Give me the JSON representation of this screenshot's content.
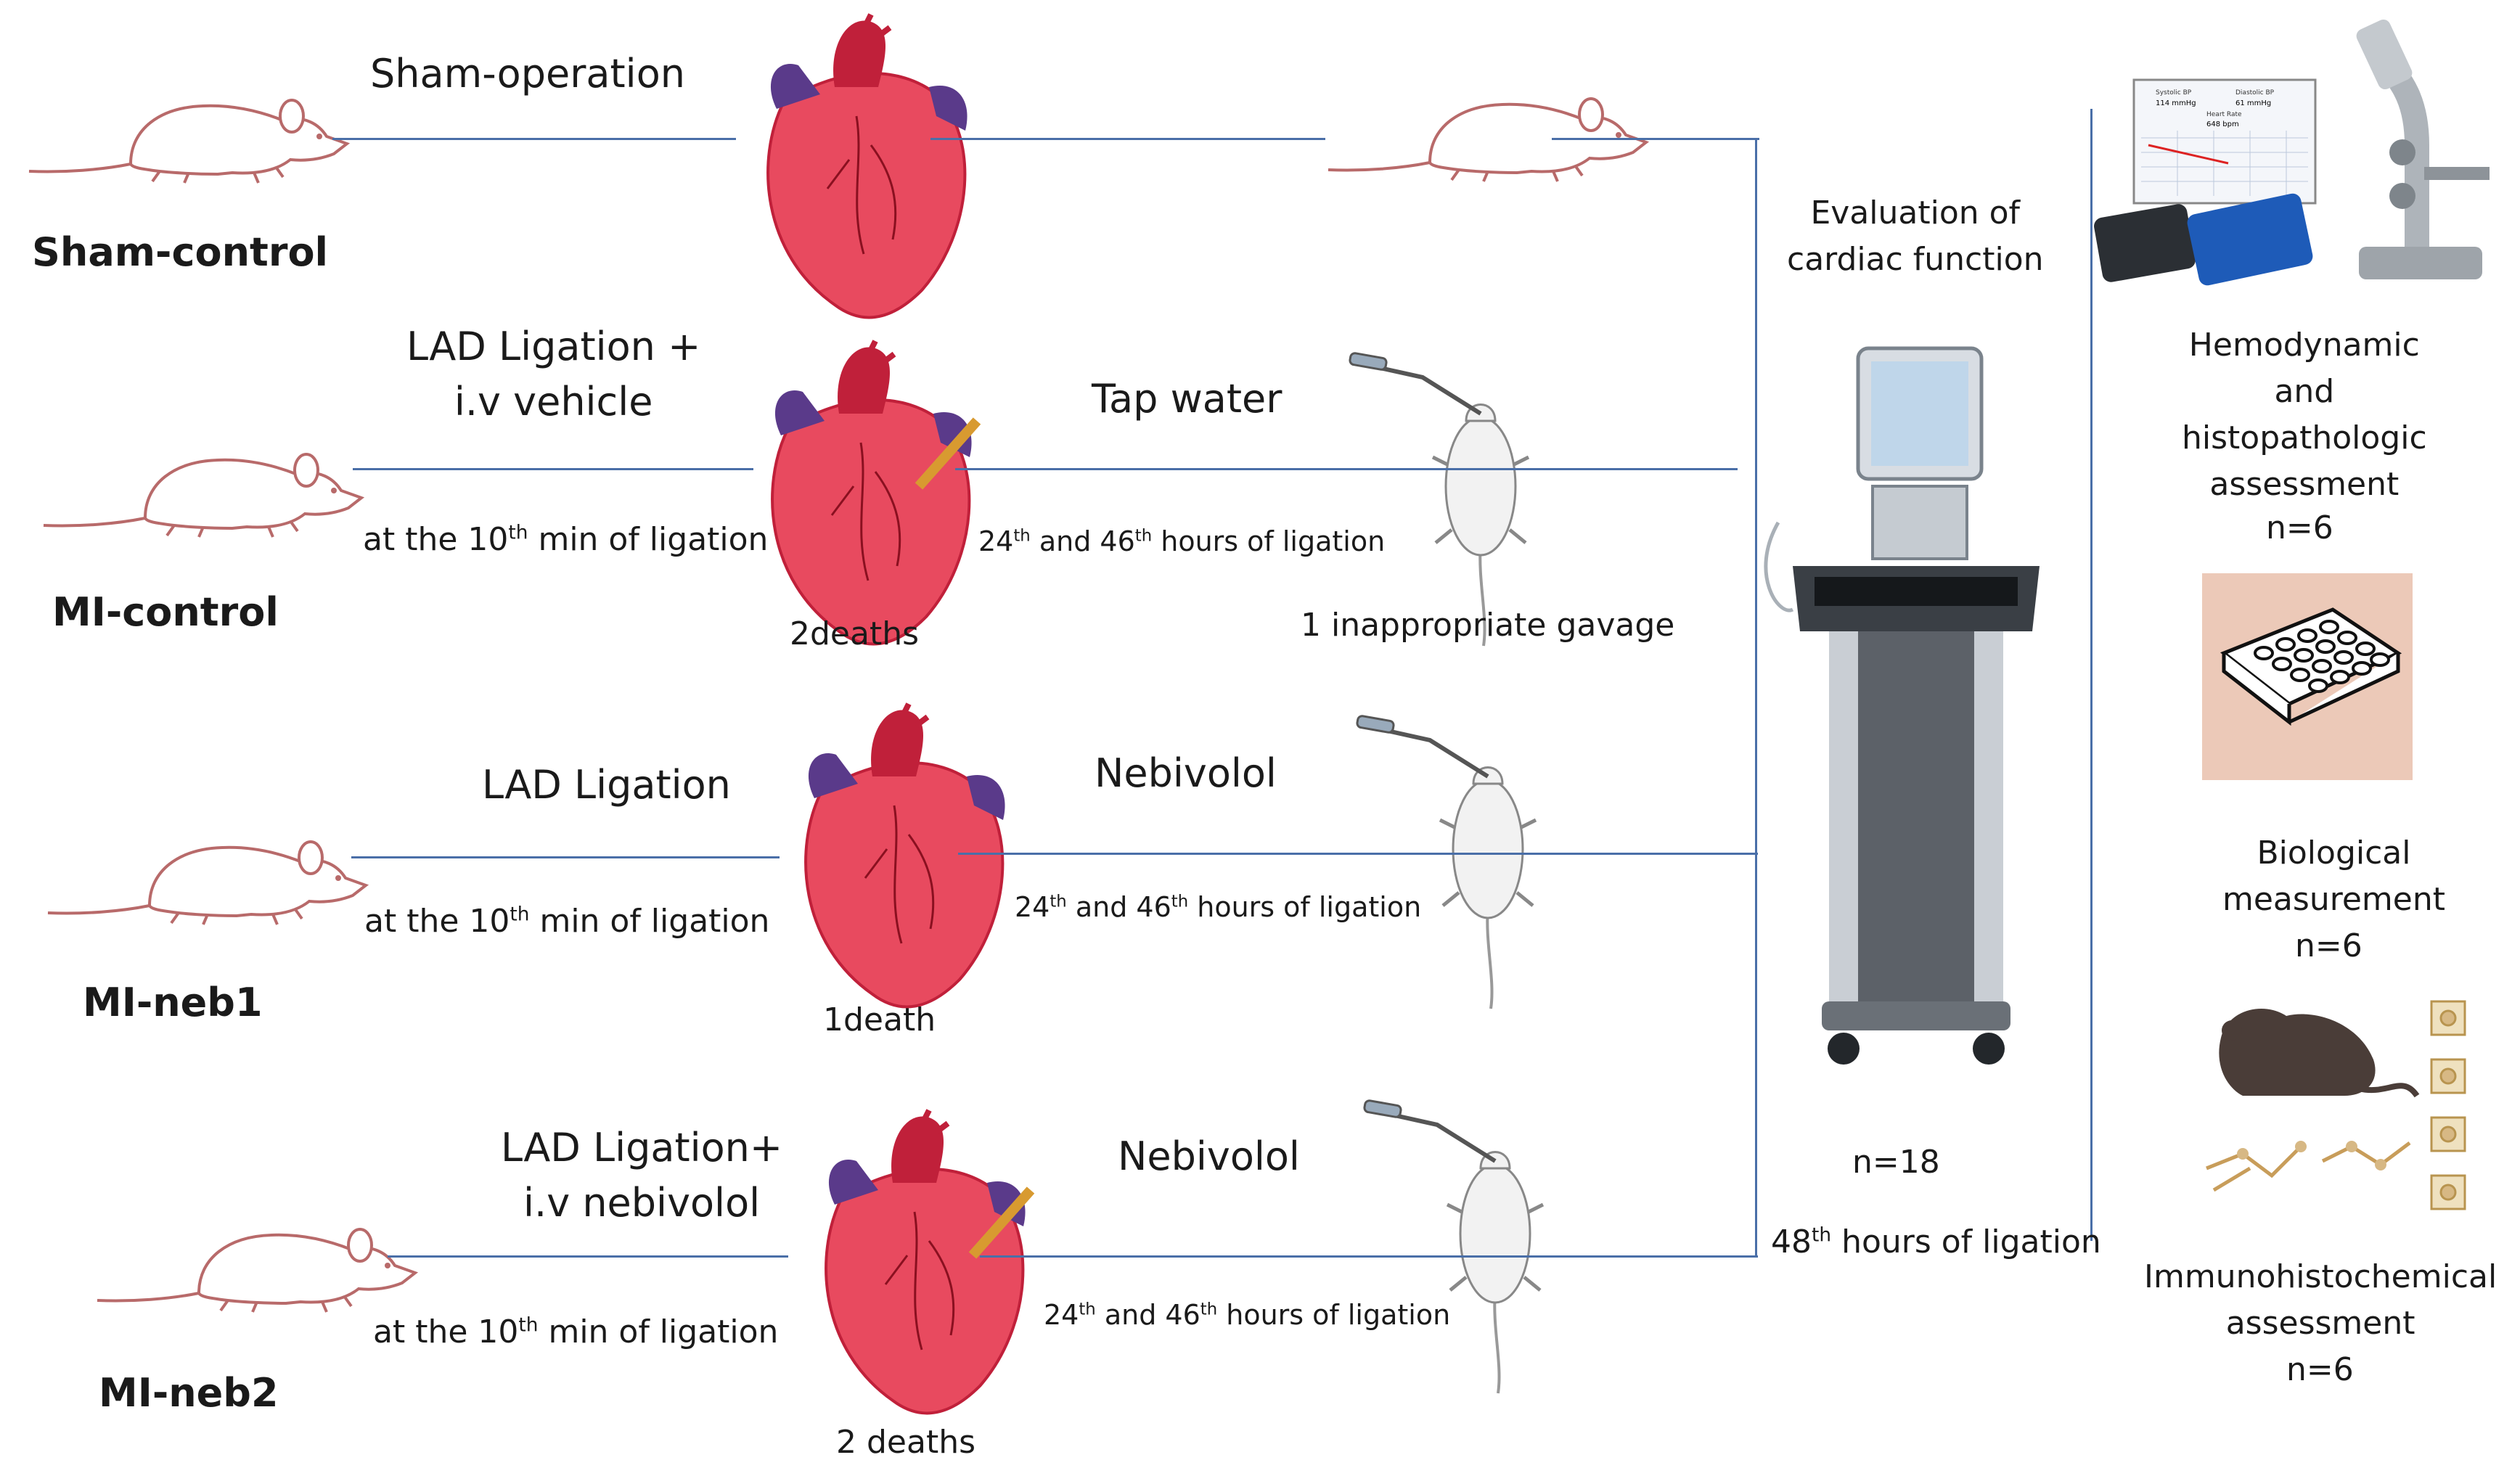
{
  "groups": [
    {
      "name": "Sham-control",
      "procedure": "Sham-operation"
    },
    {
      "name": "MI-control",
      "procedure": "LAD Ligation +\ni.v vehicle",
      "timing_pre": "at the 10",
      "timing_sup": "th",
      "timing_post": " min of ligation",
      "deaths": "2deaths",
      "treatment": "Tap water",
      "treat_a": "24",
      "treat_a_sup": "th",
      "treat_mid": " and 46",
      "treat_b_sup": "th",
      "treat_post": " hours of ligation",
      "note": "1 inappropriate gavage"
    },
    {
      "name": "MI-neb1",
      "procedure": "LAD Ligation",
      "timing_pre": "at the 10",
      "timing_sup": "th",
      "timing_post": " min of ligation",
      "deaths": "1death",
      "treatment": "Nebivolol",
      "treat_a": "24",
      "treat_a_sup": "th",
      "treat_mid": " and 46",
      "treat_b_sup": "th",
      "treat_post": " hours of ligation"
    },
    {
      "name": "MI-neb2",
      "procedure": "LAD Ligation+\ni.v nebivolol",
      "timing_pre": "at the 10",
      "timing_sup": "th",
      "timing_post": " min of ligation",
      "deaths": "2 deaths",
      "treatment": "Nebivolol",
      "treat_a": "24",
      "treat_a_sup": "th",
      "treat_mid": " and 46",
      "treat_b_sup": "th",
      "treat_post": " hours of ligation"
    }
  ],
  "evaluation": {
    "title": "Evaluation of\ncardiac function",
    "n": "n=18",
    "time_pre": "48",
    "time_sup": "th",
    "time_post": " hours of ligation"
  },
  "assessments": [
    {
      "label": "Hemodynamic\nand\nhistopathologic\nassessment",
      "n": "n=6"
    },
    {
      "label": "Biological\nmeasurement",
      "n": "n=6"
    },
    {
      "label": "Immunohistochemical\nassessment",
      "n": "n=6"
    }
  ],
  "monitor": {
    "systolic_label": "Systolic BP",
    "systolic_value": "114 mmHg",
    "diastolic_label": "Diastolic BP",
    "diastolic_value": "61 mmHg",
    "hr_label": "Heart Rate",
    "hr_value": "648 bpm"
  },
  "colors": {
    "line": "#4a6fa8",
    "heart": "#e84a5f",
    "heart_dark": "#c0203a",
    "vessel": "#5a3a8a",
    "rat_outline": "#b86a6a"
  }
}
